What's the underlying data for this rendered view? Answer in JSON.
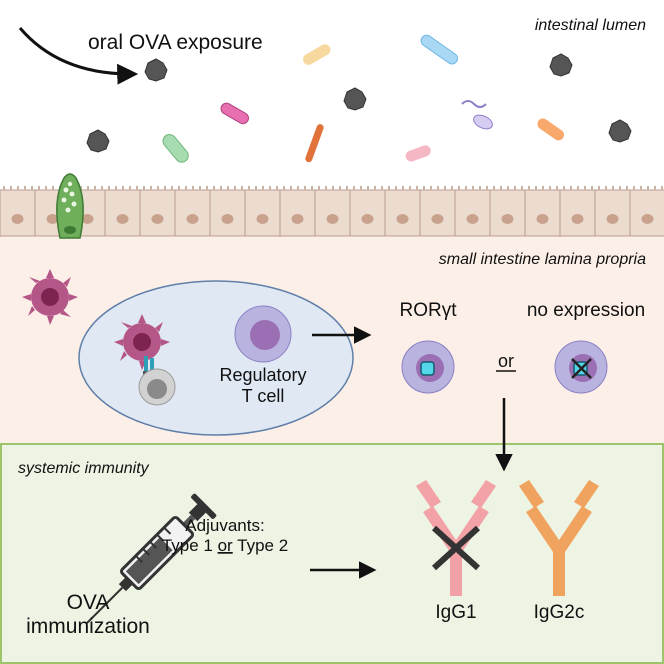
{
  "regions": {
    "lumen_label": "intestinal lumen",
    "lamina_propria_label": "small intestine lamina propria",
    "systemic_label": "systemic immunity"
  },
  "lumen": {
    "exposure_label": "oral OVA exposure"
  },
  "lamina_propria": {
    "treg_label_line1": "Regulatory",
    "treg_label_line2": "T cell",
    "rorgt_label": "RORγt",
    "no_expression_label": "no expression",
    "or_label": "or"
  },
  "systemic": {
    "adjuvants_line1": "Adjuvants:",
    "adjuvants_type1": "Type 1",
    "adjuvants_or": "or",
    "adjuvants_type2": "Type 2",
    "immunization_line1": "OVA",
    "immunization_line2": "immunization",
    "antibodies": [
      {
        "label": "IgG1",
        "color": "#f2a2a6",
        "crossed": true
      },
      {
        "label": "IgG2c",
        "color": "#f0a35f",
        "crossed": false
      }
    ]
  },
  "colors": {
    "lumen_bg": "#ffffff",
    "lamina_bg": "#fcefe8",
    "systemic_bg": "#eef4e4",
    "systemic_border": "#9cc46a",
    "epithelium": "#ecdcd0",
    "epithelium_nucleus": "#c9a28e",
    "ellipse_fill": "#dfe8f3",
    "treg_outer": "#b9b3e0",
    "treg_inner": "#9b6fb3",
    "dendritic": "#b45687",
    "rorgt_marker": "#55d7ea"
  }
}
